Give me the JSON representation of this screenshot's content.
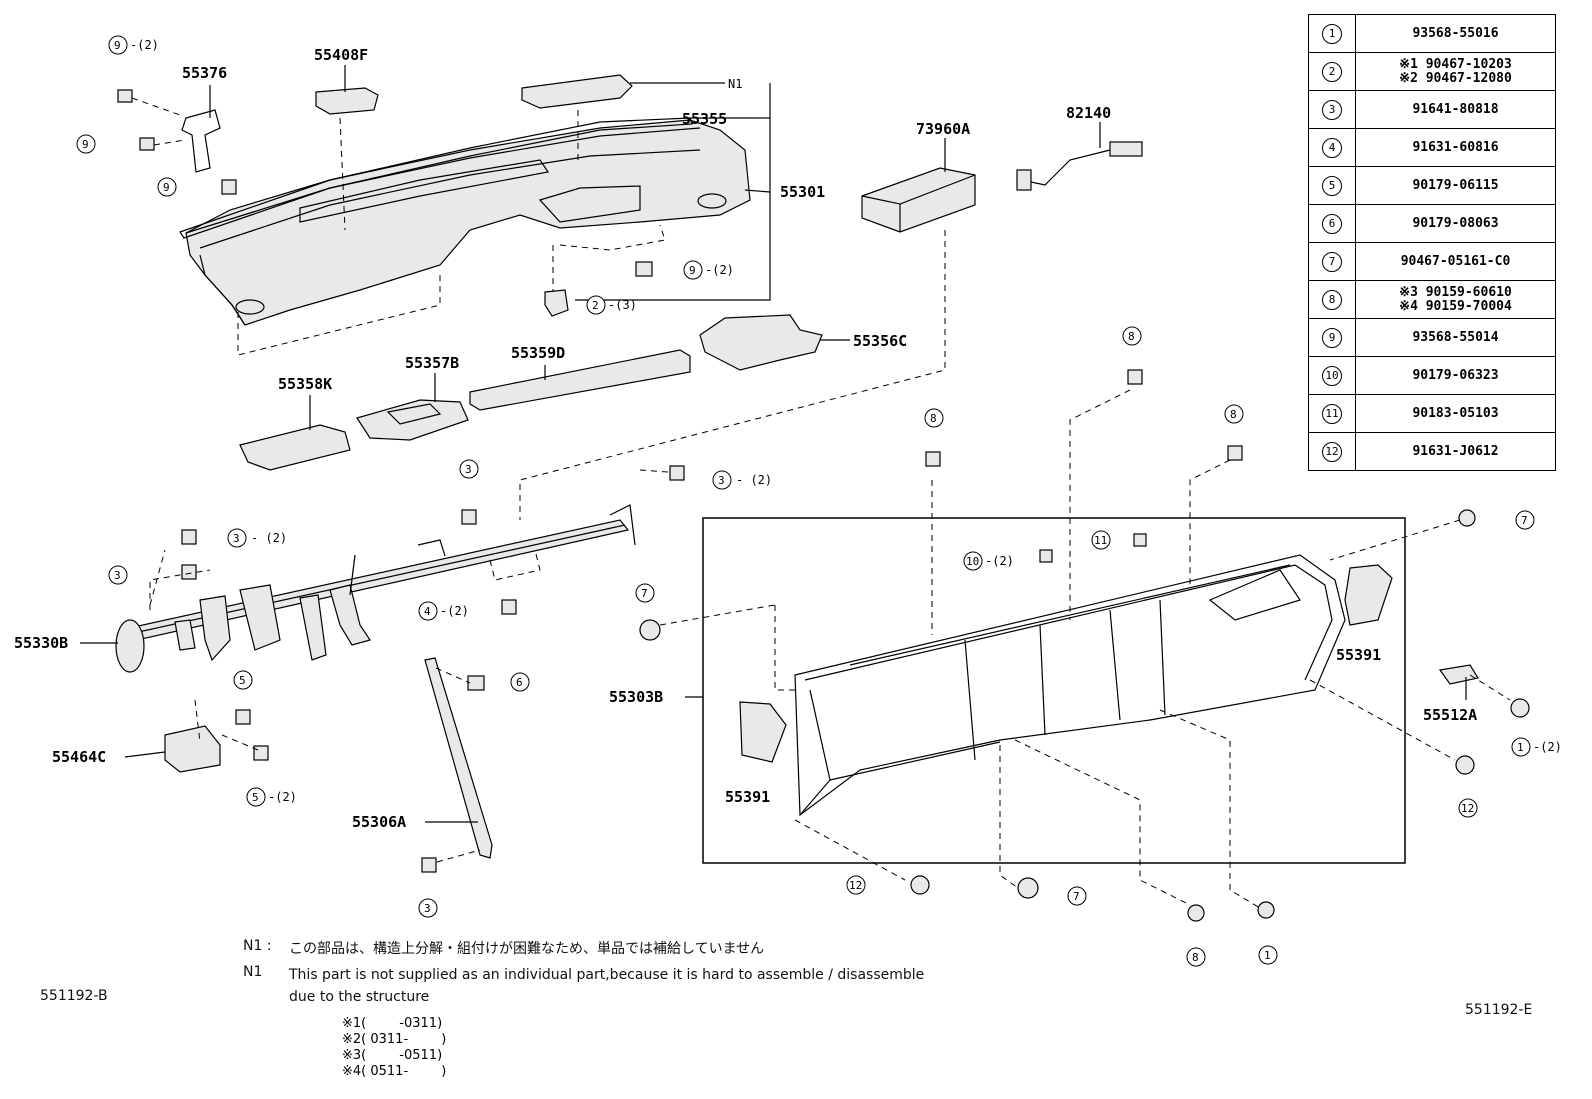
{
  "part_table": [
    {
      "key": "1",
      "values": [
        "93568-55016"
      ]
    },
    {
      "key": "2",
      "values": [
        "※1 90467-10203",
        "※2 90467-12080"
      ]
    },
    {
      "key": "3",
      "values": [
        "91641-80818"
      ]
    },
    {
      "key": "4",
      "values": [
        "91631-60816"
      ]
    },
    {
      "key": "5",
      "values": [
        "90179-06115"
      ]
    },
    {
      "key": "6",
      "values": [
        "90179-08063"
      ]
    },
    {
      "key": "7",
      "values": [
        "90467-05161-C0"
      ]
    },
    {
      "key": "8",
      "values": [
        "※3 90159-60610",
        "※4 90159-70004"
      ]
    },
    {
      "key": "9",
      "values": [
        "93568-55014"
      ]
    },
    {
      "key": "10",
      "values": [
        "90179-06323"
      ]
    },
    {
      "key": "11",
      "values": [
        "90183-05103"
      ]
    },
    {
      "key": "12",
      "values": [
        "91631-J0612"
      ]
    }
  ],
  "part_labels": {
    "p55376": "55376",
    "p55408F": "55408F",
    "pN1": "N1",
    "p55355": "55355",
    "p55301": "55301",
    "p73960A": "73960A",
    "p82140": "82140",
    "p55356C": "55356C",
    "p55358K": "55358K",
    "p55357B": "55357B",
    "p55359D": "55359D",
    "p55330B": "55330B",
    "p55464C": "55464C",
    "p55306A": "55306A",
    "p55303B": "55303B",
    "p55391a": "55391",
    "p55391b": "55391",
    "p55512A": "55512A"
  },
  "callouts": {
    "c9a": "9",
    "c9a_q": "-(2)",
    "c9b": "9",
    "c9c": "9",
    "c9d": "9",
    "c9d_q": "-(2)",
    "c2": "2",
    "c2_q": "-(3)",
    "c3a": "3",
    "c3b": "3",
    "c3b_q": "- (2)",
    "c3c": "3",
    "c3c_q": "- (2)",
    "c3d": "3",
    "c3e": "3",
    "c4": "4",
    "c4_q": "-(2)",
    "c5a": "5",
    "c5b": "5",
    "c5b_q": "-(2)",
    "c6": "6",
    "c7a": "7",
    "c7b": "7",
    "c7c": "7",
    "c8a": "8",
    "c8b": "8",
    "c8c": "8",
    "c8d": "8",
    "c10": "10",
    "c10_q": "-(2)",
    "c11": "11",
    "c12a": "12",
    "c12b": "12",
    "c1a": "1",
    "c1b": "1",
    "c1b_q": "-(2)"
  },
  "notes": {
    "n1_jp_label": "N1 :",
    "n1_jp": "この部品は、構造上分解・組付けが困難なため、単品では補給していません",
    "n1_en_label": "N1",
    "n1_en": "This part is not supplied as an individual part,because it is hard to assemble / disassemble\ndue to the structure"
  },
  "footnotes": {
    "f1": "※1(        -0311)",
    "f2": "※2( 0311-        )",
    "f3": "※3(        -0511)",
    "f4": "※4( 0511-        )"
  },
  "figure_codes": {
    "left": "551192-B",
    "right": "551192-E"
  }
}
